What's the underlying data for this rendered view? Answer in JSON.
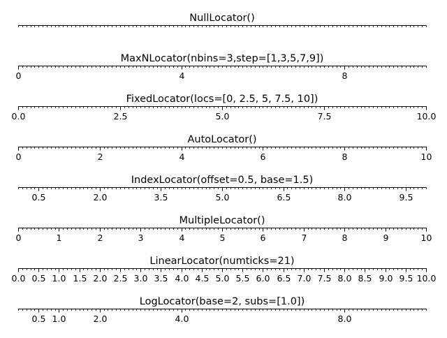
{
  "chart_data": [
    {
      "type": "axis",
      "title": "NullLocator()",
      "xlim": [
        0,
        10
      ],
      "minor_step": 0.1,
      "major_ticks": [],
      "tick_labels": []
    },
    {
      "type": "axis",
      "title": "MaxNLocator(nbins=3,step=[1,3,5,7,9])",
      "xlim": [
        0,
        10
      ],
      "minor_step": 0.1,
      "major_ticks": [
        0,
        4,
        8
      ],
      "tick_labels": [
        "0",
        "4",
        "8"
      ]
    },
    {
      "type": "axis",
      "title": "FixedLocator(locs=[0, 2.5, 5, 7.5, 10])",
      "xlim": [
        0,
        10
      ],
      "minor_step": 0.1,
      "major_ticks": [
        0,
        2.5,
        5,
        7.5,
        10
      ],
      "tick_labels": [
        "0.0",
        "2.5",
        "5.0",
        "7.5",
        "10.0"
      ]
    },
    {
      "type": "axis",
      "title": "AutoLocator()",
      "xlim": [
        0,
        10
      ],
      "minor_step": 0.1,
      "major_ticks": [
        0,
        2,
        4,
        6,
        8,
        10
      ],
      "tick_labels": [
        "0",
        "2",
        "4",
        "6",
        "8",
        "10"
      ]
    },
    {
      "type": "axis",
      "title": "IndexLocator(offset=0.5, base=1.5)",
      "xlim": [
        0,
        10
      ],
      "minor_step": 0.1,
      "major_ticks": [
        0.5,
        2,
        3.5,
        5,
        6.5,
        8,
        9.5
      ],
      "tick_labels": [
        "0.5",
        "2.0",
        "3.5",
        "5.0",
        "6.5",
        "8.0",
        "9.5"
      ]
    },
    {
      "type": "axis",
      "title": "MultipleLocator()",
      "xlim": [
        0,
        10
      ],
      "minor_step": 0.1,
      "major_ticks": [
        0,
        1,
        2,
        3,
        4,
        5,
        6,
        7,
        8,
        9,
        10
      ],
      "tick_labels": [
        "0",
        "1",
        "2",
        "3",
        "4",
        "5",
        "6",
        "7",
        "8",
        "9",
        "10"
      ]
    },
    {
      "type": "axis",
      "title": "LinearLocator(numticks=21)",
      "xlim": [
        0,
        10
      ],
      "minor_step": 0.1,
      "major_ticks": [
        0,
        0.5,
        1,
        1.5,
        2,
        2.5,
        3,
        3.5,
        4,
        4.5,
        5,
        5.5,
        6,
        6.5,
        7,
        7.5,
        8,
        8.5,
        9,
        9.5,
        10
      ],
      "tick_labels": [
        "0.0",
        "0.5",
        "1.0",
        "1.5",
        "2.0",
        "2.5",
        "3.0",
        "3.5",
        "4.0",
        "4.5",
        "5.0",
        "5.5",
        "6.0",
        "6.5",
        "7.0",
        "7.5",
        "8.0",
        "8.5",
        "9.0",
        "9.5",
        "10.0"
      ]
    },
    {
      "type": "axis",
      "title": "LogLocator(base=2, subs=[1.0])",
      "xlim": [
        0,
        10
      ],
      "minor_step": 0.1,
      "major_ticks": [
        0.5,
        1,
        2,
        4,
        8
      ],
      "tick_labels": [
        "0.5",
        "1.0",
        "2.0",
        "4.0",
        "8.0"
      ]
    }
  ]
}
